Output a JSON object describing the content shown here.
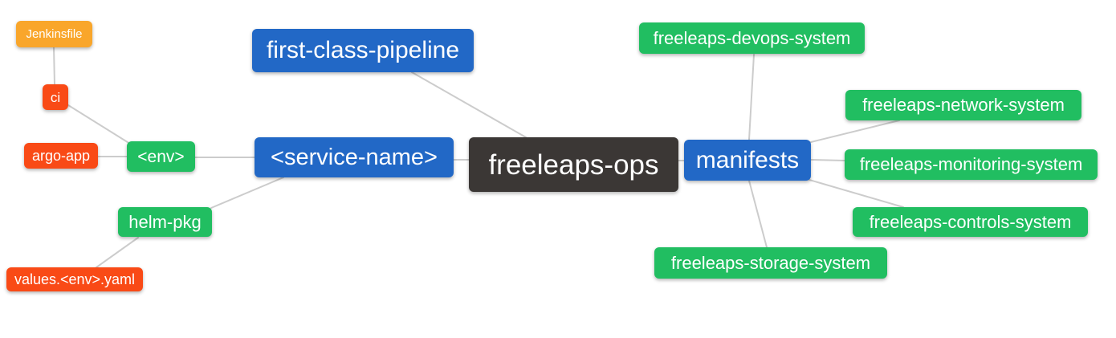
{
  "diagram": {
    "title": "freeleaps-ops repository mind map",
    "colors": {
      "blue": "#2268C6",
      "green": "#21BE61",
      "orange": "#F9A62B",
      "red": "#F94A16",
      "dark": "#3B3735",
      "edge": "#CCCCCC",
      "text": "#FFFFFF",
      "background": "#FFFFFF"
    },
    "nodes": {
      "freeleaps_ops": {
        "label": "freeleaps-ops",
        "type": "dark"
      },
      "first_class_pipeline": {
        "label": "first-class-pipeline",
        "type": "blue"
      },
      "service_name": {
        "label": "<service-name>",
        "type": "blue"
      },
      "manifests": {
        "label": "manifests",
        "type": "blue"
      },
      "env": {
        "label": "<env>",
        "type": "green"
      },
      "helm_pkg": {
        "label": "helm-pkg",
        "type": "green"
      },
      "ci": {
        "label": "ci",
        "type": "red"
      },
      "argo_app": {
        "label": "argo-app",
        "type": "red"
      },
      "values_env_yaml": {
        "label": "values.<env>.yaml",
        "type": "red"
      },
      "jenkinsfile": {
        "label": "Jenkinsfile",
        "type": "orange"
      },
      "devops_system": {
        "label": "freeleaps-devops-system",
        "type": "green"
      },
      "network_system": {
        "label": "freeleaps-network-system",
        "type": "green"
      },
      "monitoring_system": {
        "label": "freeleaps-monitoring-system",
        "type": "green"
      },
      "controls_system": {
        "label": "freeleaps-controls-system",
        "type": "green"
      },
      "storage_system": {
        "label": "freeleaps-storage-system",
        "type": "green"
      }
    },
    "edges": [
      {
        "from": "jenkinsfile",
        "to": "ci"
      },
      {
        "from": "ci",
        "to": "env"
      },
      {
        "from": "argo_app",
        "to": "env"
      },
      {
        "from": "env",
        "to": "service_name"
      },
      {
        "from": "helm_pkg",
        "to": "service_name"
      },
      {
        "from": "values_env_yaml",
        "to": "helm_pkg"
      },
      {
        "from": "first_class_pipeline",
        "to": "freeleaps_ops"
      },
      {
        "from": "service_name",
        "to": "freeleaps_ops"
      },
      {
        "from": "freeleaps_ops",
        "to": "manifests"
      },
      {
        "from": "manifests",
        "to": "devops_system"
      },
      {
        "from": "manifests",
        "to": "network_system"
      },
      {
        "from": "manifests",
        "to": "monitoring_system"
      },
      {
        "from": "manifests",
        "to": "controls_system"
      },
      {
        "from": "manifests",
        "to": "storage_system"
      }
    ]
  }
}
